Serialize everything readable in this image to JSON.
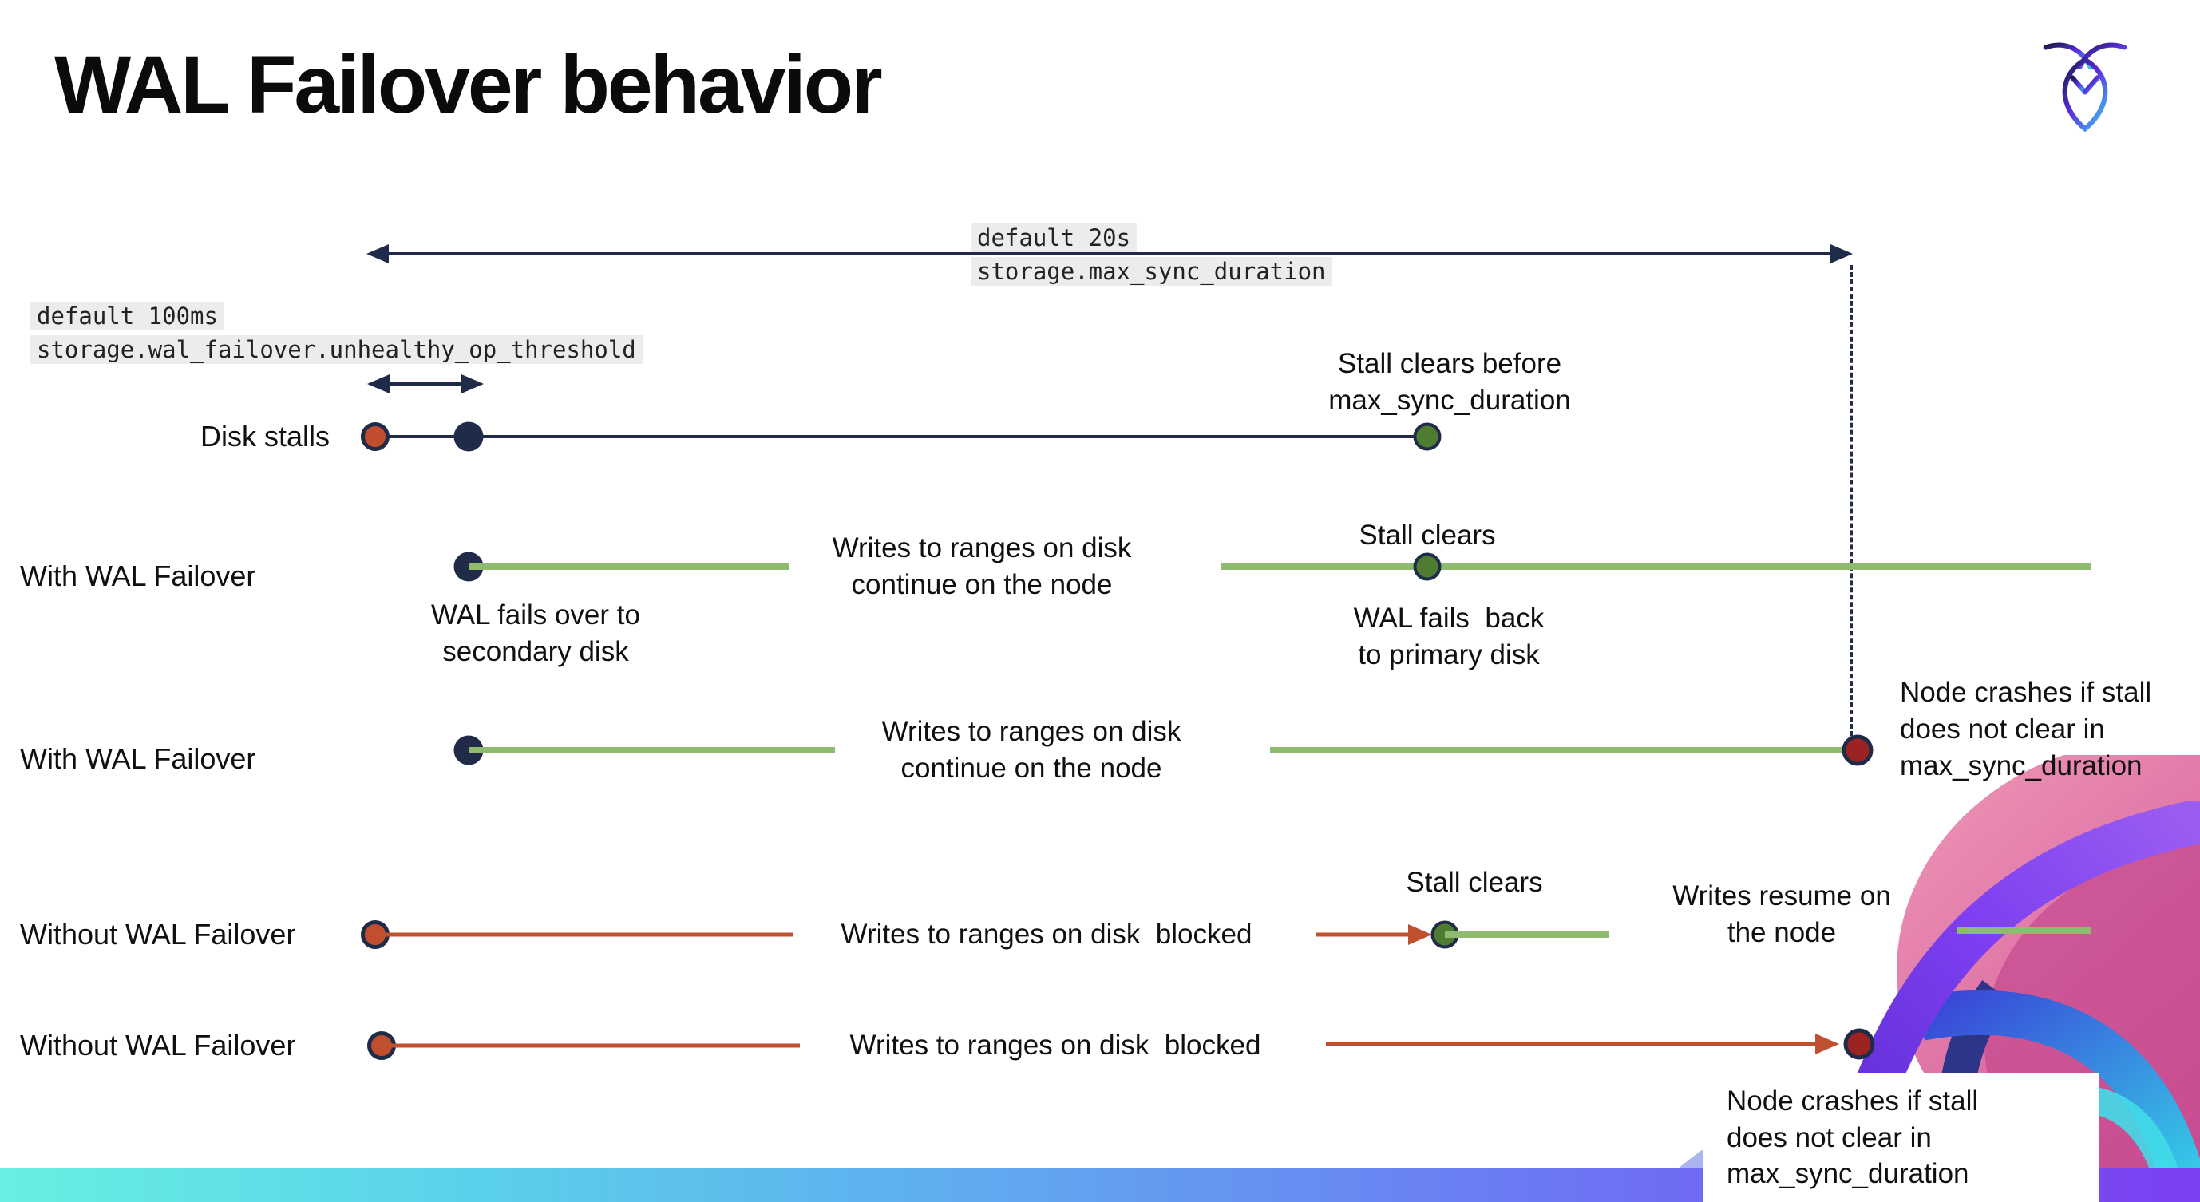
{
  "title": "WAL Failover behavior",
  "icons": {
    "logo": "cockroachdb-logo",
    "decoration": "cockroach-gradient-artwork"
  },
  "settings": {
    "max_sync_duration": {
      "default_label": "default 20s",
      "setting_name": "storage.max_sync_duration"
    },
    "unhealthy_op_threshold": {
      "default_label": "default 100ms",
      "setting_name": "storage.wal_failover.unhealthy_op_threshold"
    }
  },
  "rows": [
    {
      "label": "Disk stalls",
      "end_caption": [
        "Stall clears before",
        "max_sync_duration"
      ]
    },
    {
      "label": "With WAL Failover",
      "start_caption": [
        "WAL fails over to",
        "secondary disk"
      ],
      "mid_caption": [
        "Writes to ranges on disk",
        "continue on the node"
      ],
      "marker_caption": "Stall clears",
      "marker_sub_caption": [
        "WAL fails  back",
        "to primary disk"
      ]
    },
    {
      "label": "With WAL Failover",
      "mid_caption": [
        "Writes to ranges on disk",
        "continue on the node"
      ],
      "end_caption": [
        "Node crashes if stall",
        "does not clear in",
        "max_sync_duration"
      ]
    },
    {
      "label": "Without WAL Failover",
      "mid_caption": "Writes to ranges on disk  blocked",
      "marker_caption": "Stall clears",
      "resume_caption": [
        "Writes resume on",
        "the node"
      ]
    },
    {
      "label": "Without WAL Failover",
      "mid_caption": "Writes to ranges on disk  blocked",
      "end_caption": [
        "Node crashes if stall",
        "does not clear in",
        "max_sync_duration"
      ]
    }
  ],
  "colors": {
    "navy": "#1f2b48",
    "green_line": "#8fbb70",
    "green_dot": "#4e7d32",
    "red_line": "#c0512f",
    "red_dot": "#c14e2e",
    "dark_red_dot": "#9b2423",
    "code_highlight_bg": "#ececec",
    "footer_gradient": [
      "#68efe2",
      "#5ad0ea",
      "#60a9ef",
      "#6b7cf3",
      "#7b3ff2"
    ]
  }
}
